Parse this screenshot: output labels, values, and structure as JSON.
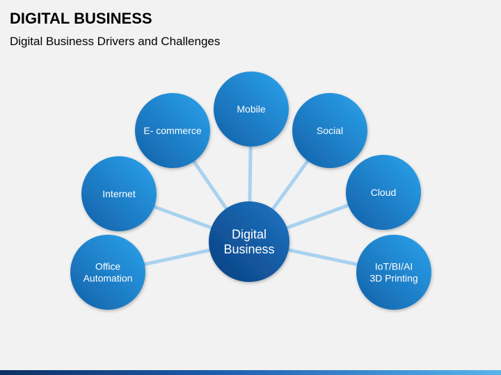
{
  "slide": {
    "title": "DIGITAL BUSINESS",
    "subtitle": "Digital Business Drivers and Challenges"
  },
  "center": {
    "lines": [
      "Digital",
      "Business"
    ]
  },
  "nodes": [
    {
      "id": "office-automation",
      "lines": [
        "Office",
        "Automation"
      ]
    },
    {
      "id": "internet",
      "lines": [
        "Internet"
      ]
    },
    {
      "id": "e-commerce",
      "lines": [
        "E- commerce"
      ]
    },
    {
      "id": "mobile",
      "lines": [
        "Mobile"
      ]
    },
    {
      "id": "social",
      "lines": [
        "Social"
      ]
    },
    {
      "id": "cloud",
      "lines": [
        "Cloud"
      ]
    },
    {
      "id": "iot-bi-ai",
      "lines": [
        "IoT/BI/AI",
        "3D Printing"
      ]
    }
  ],
  "colors": {
    "node_light": "#2aa3ec",
    "node_dark": "#1460a8",
    "center_light": "#1f76c4",
    "center_dark": "#0a3f80",
    "connector": "#8fc7ee"
  }
}
